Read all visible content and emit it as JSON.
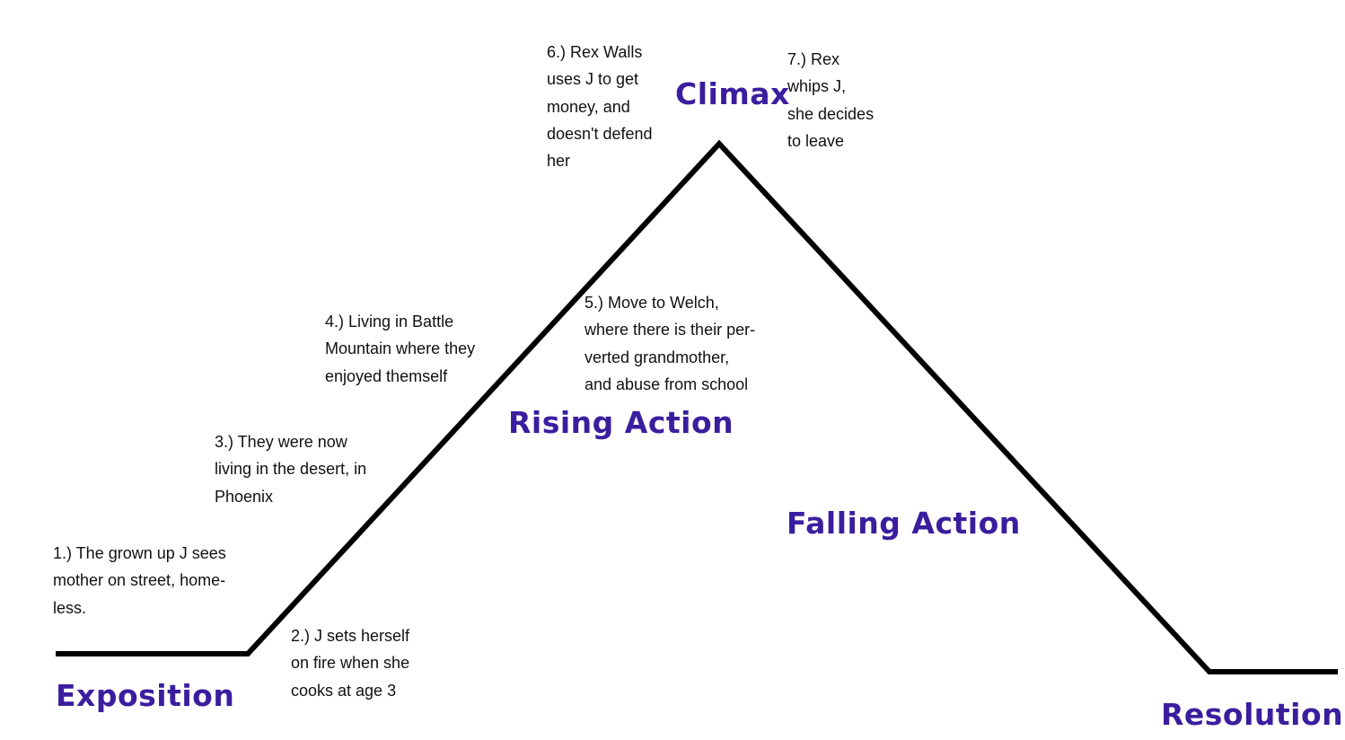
{
  "stages": {
    "exposition": "Exposition",
    "rising_action": "Rising Action",
    "climax": "Climax",
    "falling_action": "Falling Action",
    "resolution": "Resolution"
  },
  "notes": {
    "n1": "1.) The grown up J sees\nmother on street, home-\nless.",
    "n2": "2.) J sets herself\non fire when she\ncooks at age 3",
    "n3": "3.) They were now\nliving in the desert, in\nPhoenix",
    "n4": "4.) Living in Battle\nMountain where they\nenjoyed themself",
    "n5": "5.) Move to Welch,\nwhere there is their per-\nverted grandmother,\nand abuse from school",
    "n6": "6.) Rex Walls\nuses J to get\nmoney, and\ndoesn't defend\nher",
    "n7": "7.) Rex\nwhips J,\nshe decides\nto leave"
  },
  "colors": {
    "stage_label": "#3a1e9e",
    "line": "#000000"
  }
}
